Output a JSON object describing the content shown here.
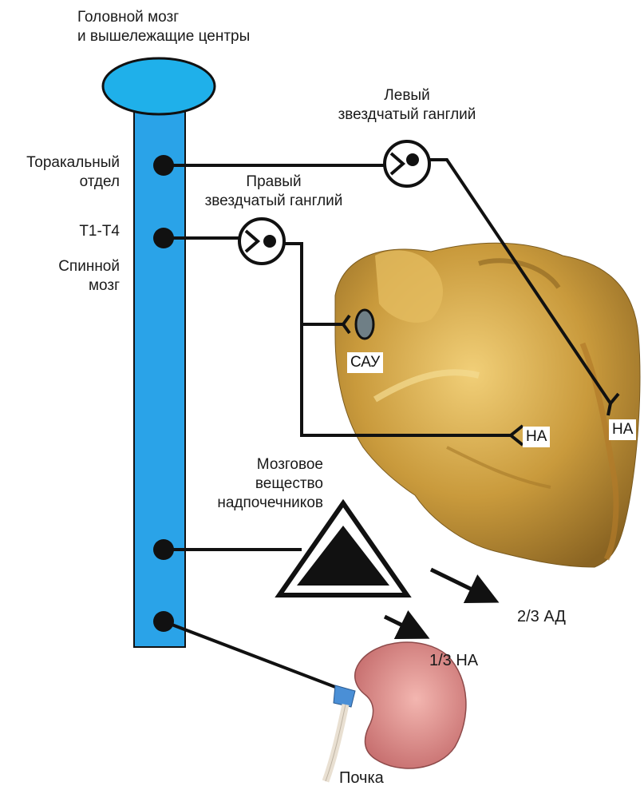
{
  "labels": {
    "brain": [
      "Головной мозг",
      "и вышележащие центры"
    ],
    "thoracic": [
      "Торакальный",
      "отдел"
    ],
    "t1t4": "Т1-Т4",
    "spinal": [
      "Спинной",
      "мозг"
    ],
    "left_ganglion": [
      "Левый",
      "звездчатый ганглий"
    ],
    "right_ganglion": [
      "Правый",
      "звездчатый ганглий"
    ],
    "sau": "САУ",
    "na_left": "НА",
    "na_right": "НА",
    "adrenal": [
      "Мозговое",
      "вещество",
      "надпочечников"
    ],
    "ad": "2/3 АД",
    "na_third": "1/3 НА",
    "kidney": "Почка"
  },
  "colors": {
    "spinal_cord": "#2aa3e8",
    "brain": "#1fb0ea",
    "nerve": "#111111",
    "heart": "#c9a24a",
    "kidney": "#d98a8a",
    "sau_node": "#6f7f86"
  }
}
